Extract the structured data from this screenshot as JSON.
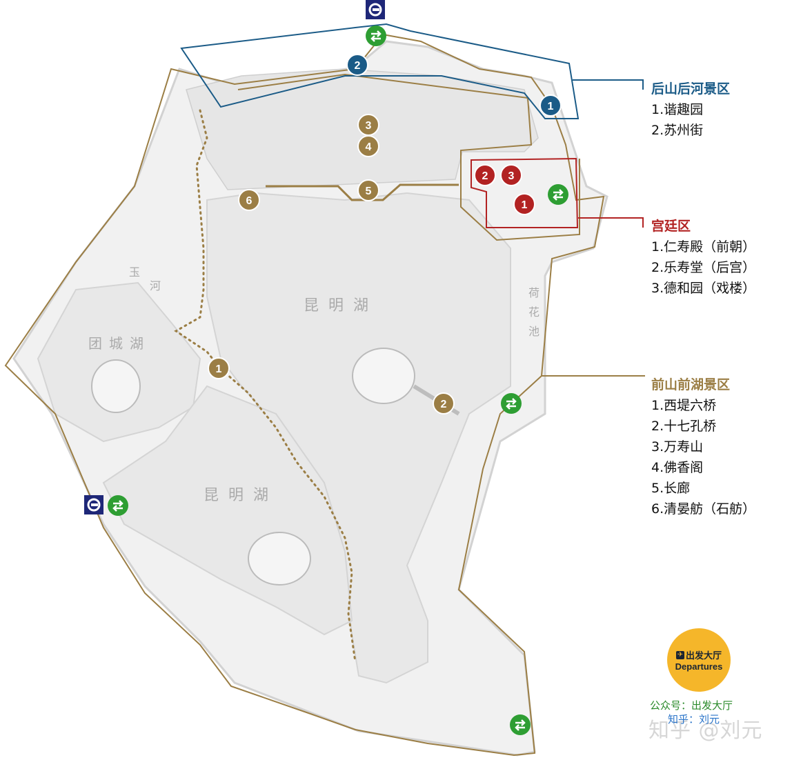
{
  "lake_labels": [
    "昆明湖",
    "团城湖",
    "昆明湖"
  ],
  "river_labels": [
    "玉",
    "河",
    "荷",
    "花",
    "池"
  ],
  "zones": [
    {
      "key": "houshan",
      "title": "后山后河景区",
      "color": "#1B5B87",
      "items": [
        "1.谐趣园",
        "2.苏州街"
      ]
    },
    {
      "key": "gongting",
      "title": "宫廷区",
      "color": "#B22222",
      "items": [
        "1.仁寿殿（前朝）",
        "2.乐寿堂（后宫）",
        "3.德和园（戏楼）"
      ]
    },
    {
      "key": "qianshan",
      "title": "前山前湖景区",
      "color": "#9B7E45",
      "items": [
        "1.西堤六桥",
        "2.十七孔桥",
        "3.万寿山",
        "4.佛香阁",
        "5.长廊",
        "6.清晏舫（石舫）"
      ]
    }
  ],
  "markers": {
    "houshan": [
      "1",
      "2"
    ],
    "gongting": [
      "1",
      "2",
      "3"
    ],
    "qianshan": [
      "1",
      "2",
      "3",
      "4",
      "5",
      "6"
    ]
  },
  "icons": {
    "subway": "subway-logo-icon",
    "transfer": "transfer-arrows-icon"
  },
  "colors": {
    "transfer": "#2E9E33",
    "subway": "#1E2778",
    "park_border": "#9B7E45",
    "brand": "#F5B62A"
  },
  "brand": {
    "cn": "出发大厅",
    "en": "Departures",
    "badge": "✈"
  },
  "credits": {
    "public_account": "公众号：出发大厅",
    "zhihu": "知乎：刘元"
  },
  "watermark": "知乎 @刘元"
}
